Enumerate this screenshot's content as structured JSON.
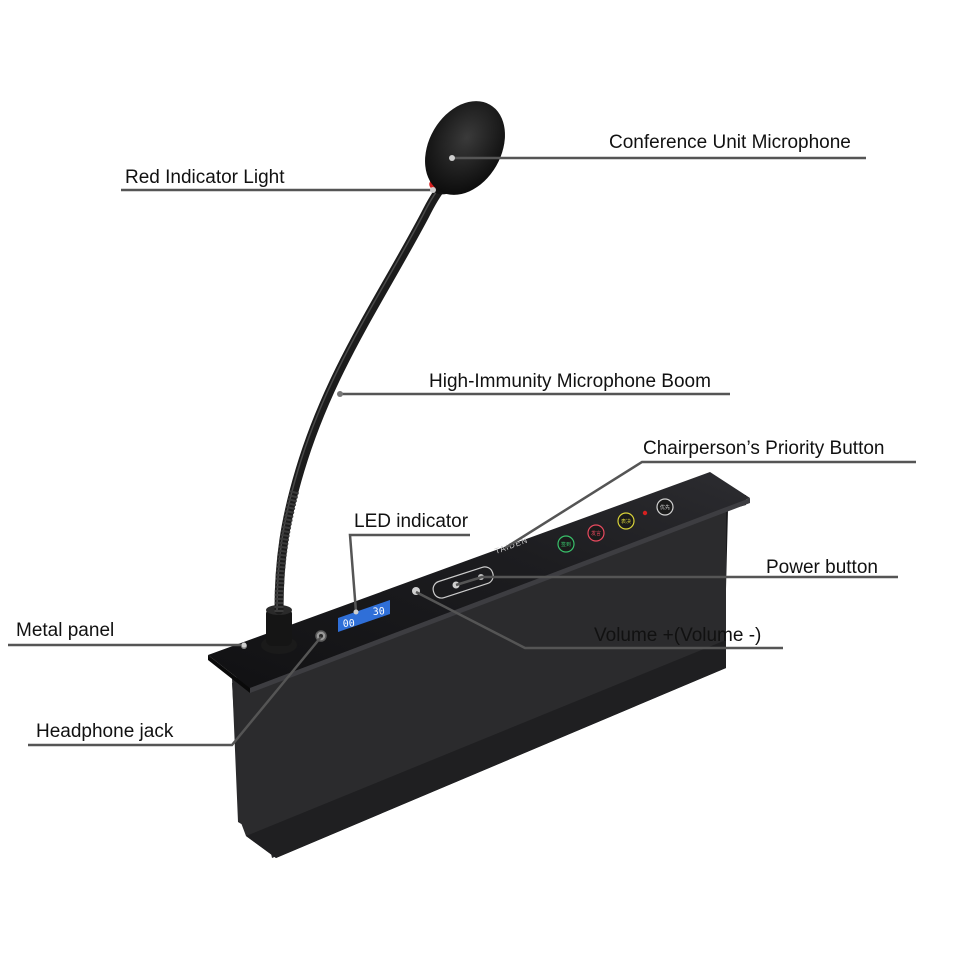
{
  "callouts": {
    "conference_unit_microphone": "Conference Unit Microphone",
    "red_indicator_light": "Red Indicator Light",
    "microphone_boom": "High-Immunity Microphone Boom",
    "priority_button": "Chairperson’s Priority Button",
    "led_indicator": "LED indicator",
    "power_button": "Power button",
    "metal_panel": "Metal panel",
    "volume": "Volume +(Volume -)",
    "headphone_jack": "Headphone jack"
  },
  "device": {
    "lcd_left": "00",
    "lcd_right": "30",
    "brand": "TAIDEN",
    "buttons": [
      "签到",
      "发言",
      "表决",
      "优先"
    ]
  },
  "colors": {
    "leader_line": "#555555",
    "lcd": "#2f6fd8",
    "indicator_red": "#d62020",
    "body": "#2b2b2d",
    "button_green": "#39c16b",
    "button_red": "#e84a5f",
    "button_yellow": "#d8d23a"
  }
}
